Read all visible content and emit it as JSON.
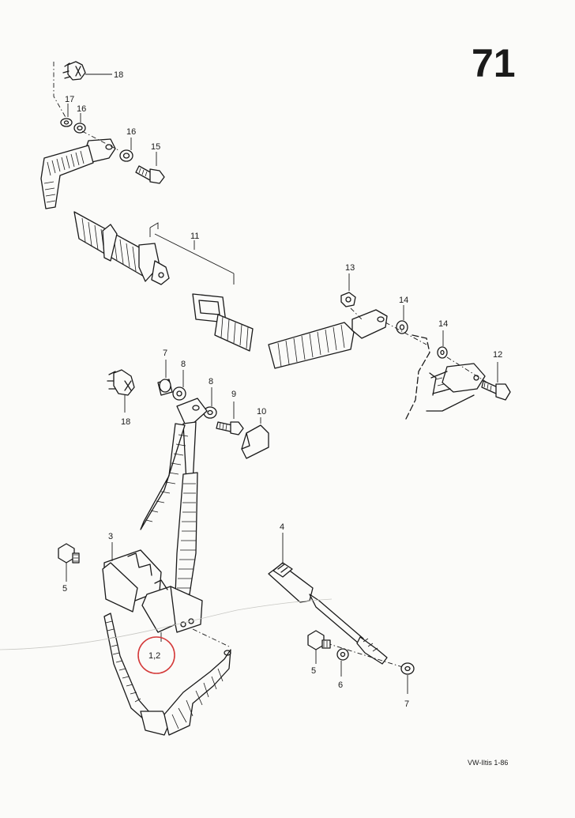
{
  "diagram": {
    "page_number": "71",
    "footer": "VW-Iltis  1-86",
    "parts": {
      "p18_top": "18",
      "p17": "17",
      "p16_left": "16",
      "p16_right": "16",
      "p15": "15",
      "p11": "11",
      "p13": "13",
      "p14_a": "14",
      "p14_b": "14",
      "p12": "12",
      "p7_top": "7",
      "p8_a": "8",
      "p8_b": "8",
      "p9": "9",
      "p10": "10",
      "p18_mid": "18",
      "p3": "3",
      "p5_left": "5",
      "p1_2": "1,2",
      "p4": "4",
      "p5_right": "5",
      "p6": "6",
      "p7_bottom": "7"
    },
    "colors": {
      "ink": "#1a1a1a",
      "paper": "#fbfbf9",
      "highlight": "#d43a3a"
    }
  }
}
